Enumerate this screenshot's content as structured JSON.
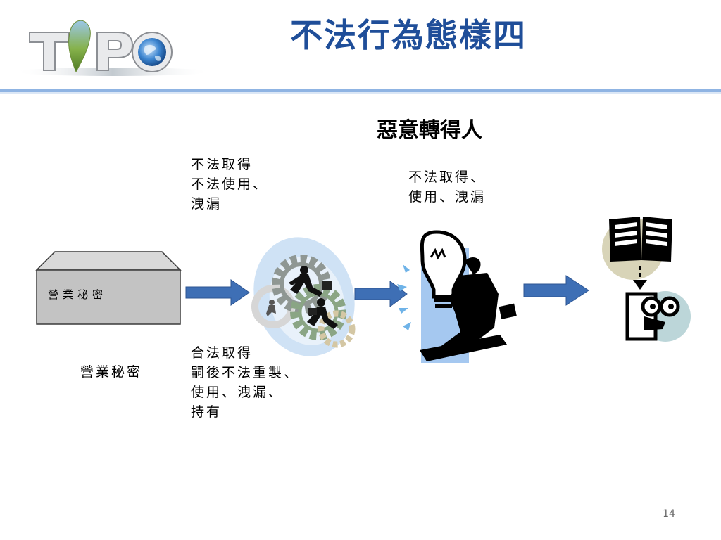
{
  "slide": {
    "title": "不法行為態樣四",
    "subtitle": "惡意轉得人",
    "page_number": "14"
  },
  "logo": {
    "text": "TIPO"
  },
  "labels": {
    "box_text": "營業秘密",
    "box_caption": "營業秘密",
    "top_left": "不法取得\n不法使用、\n洩漏",
    "top_right": "不法取得、\n使用、洩漏",
    "bottom_middle": "合法取得\n嗣後不法重製、\n使用、洩漏、\n持有"
  },
  "colors": {
    "title": "#1f4e99",
    "rule": "#8fb4e3",
    "arrow": "#3e6fb5",
    "box": "#c3c3c3"
  },
  "icons": [
    "logo-icon",
    "gears-runners-icon",
    "lightbulb-businessman-icon",
    "book-reader-icon"
  ]
}
